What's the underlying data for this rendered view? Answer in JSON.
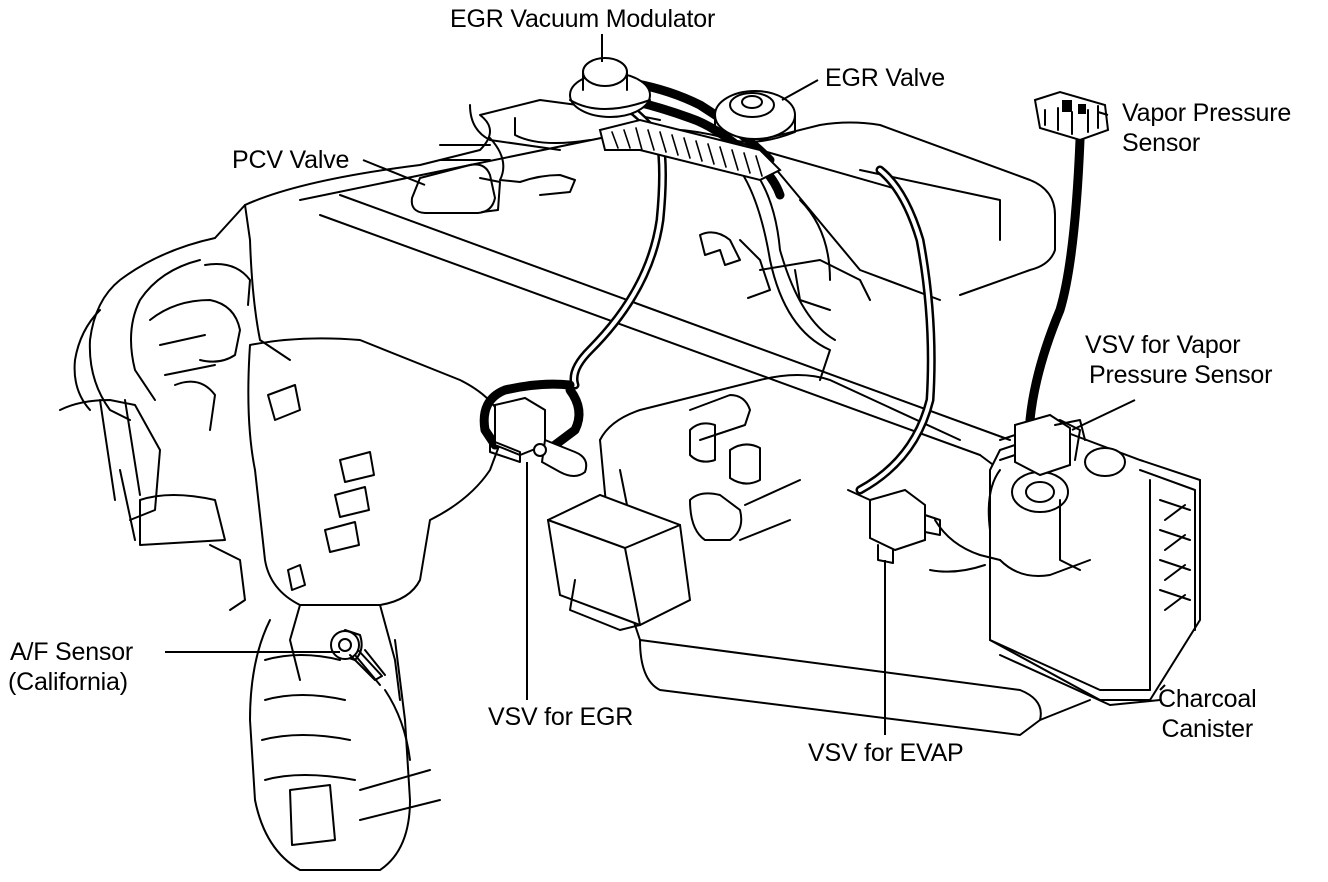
{
  "labels": {
    "egr_vacuum_modulator": "EGR Vacuum Modulator",
    "egr_valve": "EGR Valve",
    "vapor_pressure_sensor": [
      "Vapor Pressure",
      "Sensor"
    ],
    "pcv_valve": "PCV Valve",
    "vsv_vapor_pressure_sensor": [
      "VSV for Vapor",
      "Pressure Sensor"
    ],
    "af_sensor": [
      "A/F Sensor",
      "(California)"
    ],
    "vsv_egr": "VSV for EGR",
    "vsv_evap": "VSV for EVAP",
    "charcoal_canister": [
      "Charcoal",
      "Canister"
    ]
  },
  "colors": {
    "ink": "#000000",
    "paper": "#ffffff"
  }
}
